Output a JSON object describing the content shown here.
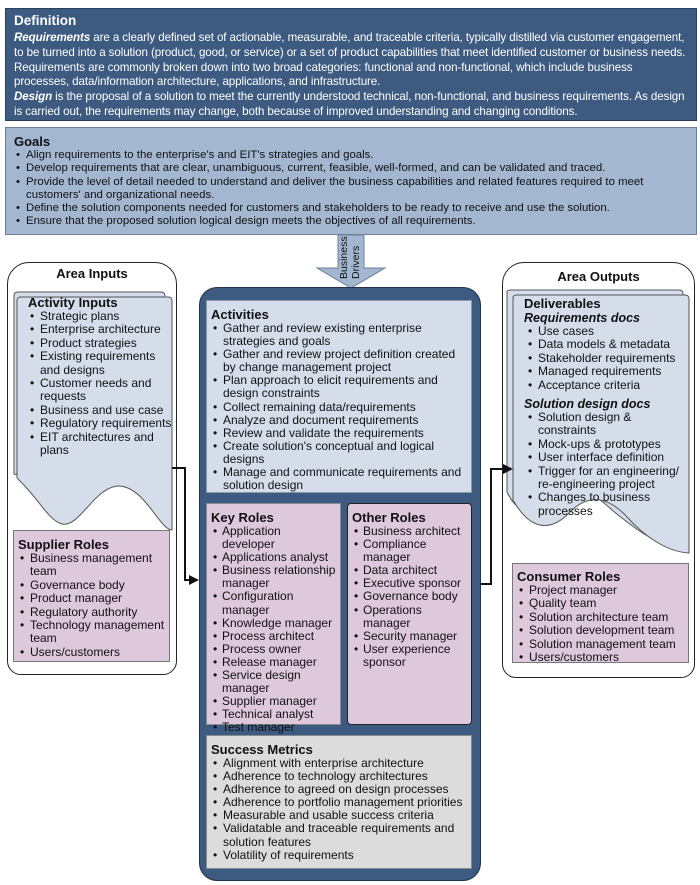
{
  "definition": {
    "title": "Definition",
    "requirements_term": "Requirements",
    "requirements_text": " are a clearly defined set  of actionable, measurable, and traceable criteria, typically distilled via customer engagement, to be turned into a solution (product, good, or service) or a set of product capabilities that meet identified customer or business needs. Requirements are commonly broken down into two broad categories: functional and non-functional, which include business processes, data/information architecture, applications, and infrastructure.",
    "design_term": "Design",
    "design_text": " is the proposal of a solution to meet the currently understood technical, non-functional, and business requirements. As design is carried out, the requirements may change, both because of improved understanding and changing conditions."
  },
  "goals": {
    "title": "Goals",
    "items": [
      "Align requirements to the enterprise's and EIT's strategies and goals.",
      "Develop requirements that are clear, unambiguous, current, feasible, well-formed, and can be validated and traced.",
      "Provide the level of detail needed to understand and deliver the business capabilities and related features required to meet customers' and organizational needs.",
      "Define the solution components needed for customers and stakeholders to be ready to receive and use the solution.",
      "Ensure that the proposed solution logical design meets the objectives of all requirements."
    ]
  },
  "business_drivers": {
    "label_line1": "Business",
    "label_line2": "Drivers"
  },
  "area_inputs": {
    "title": "Area Inputs",
    "activity_inputs": {
      "title": "Activity Inputs",
      "items": [
        "Strategic plans",
        "Enterprise architecture",
        "Product strategies",
        "Existing requirements and designs",
        "Customer needs and requests",
        "Business and use case",
        "Regulatory requirements",
        "EIT architectures and plans"
      ]
    },
    "supplier_roles": {
      "title": "Supplier Roles",
      "items": [
        "Business management team",
        "Governance body",
        "Product manager",
        "Regulatory authority",
        "Technology management team",
        "Users/customers"
      ]
    }
  },
  "activities": {
    "title": "Activities",
    "items": [
      "Gather and review existing enterprise strategies and goals",
      "Gather and review project definition created by change management project",
      "Plan approach to elicit requirements and design constraints",
      "Collect remaining data/requirements",
      "Analyze and document requirements",
      "Review and validate the requirements",
      "Create solution's conceptual and logical designs",
      "Manage and communicate requirements and solution design"
    ]
  },
  "key_roles": {
    "title": "Key Roles",
    "items": [
      "Application developer",
      "Applications analyst",
      "Business relationship manager",
      "Configuration manager",
      "Knowledge manager",
      "Process architect",
      "Process owner",
      "Release manager",
      "Service design manager",
      "Supplier manager",
      "Technical analyst",
      "Test manager"
    ]
  },
  "other_roles": {
    "title": "Other Roles",
    "items": [
      "Business architect",
      "Compliance manager",
      "Data architect",
      "Executive sponsor",
      "Governance body",
      "Operations manager",
      "Security manager",
      "User experience sponsor"
    ]
  },
  "success_metrics": {
    "title": "Success Metrics",
    "items": [
      "Alignment with enterprise architecture",
      "Adherence to technology architectures",
      "Adherence to agreed on design processes",
      "Adherence to portfolio management priorities",
      "Measurable and usable success criteria",
      "Validatable and traceable requirements and solution features",
      "Volatility of requirements"
    ]
  },
  "area_outputs": {
    "title": "Area Outputs",
    "deliverables": {
      "title": "Deliverables",
      "requirements_docs": {
        "title": "Requirements docs",
        "items": [
          "Use cases",
          "Data models & metadata",
          "Stakeholder requirements",
          "Managed requirements",
          "Acceptance criteria"
        ]
      },
      "solution_design_docs": {
        "title": "Solution design docs",
        "items": [
          "Solution design & constraints",
          "Mock-ups & prototypes",
          "User interface definition",
          "Trigger for an engineering/ re-engineering project",
          "Changes to business processes"
        ]
      }
    },
    "consumer_roles": {
      "title": "Consumer Roles",
      "items": [
        "Project manager",
        "Quality team",
        "Solution architecture team",
        "Solution development team",
        "Solution management team",
        "Users/customers"
      ]
    }
  }
}
